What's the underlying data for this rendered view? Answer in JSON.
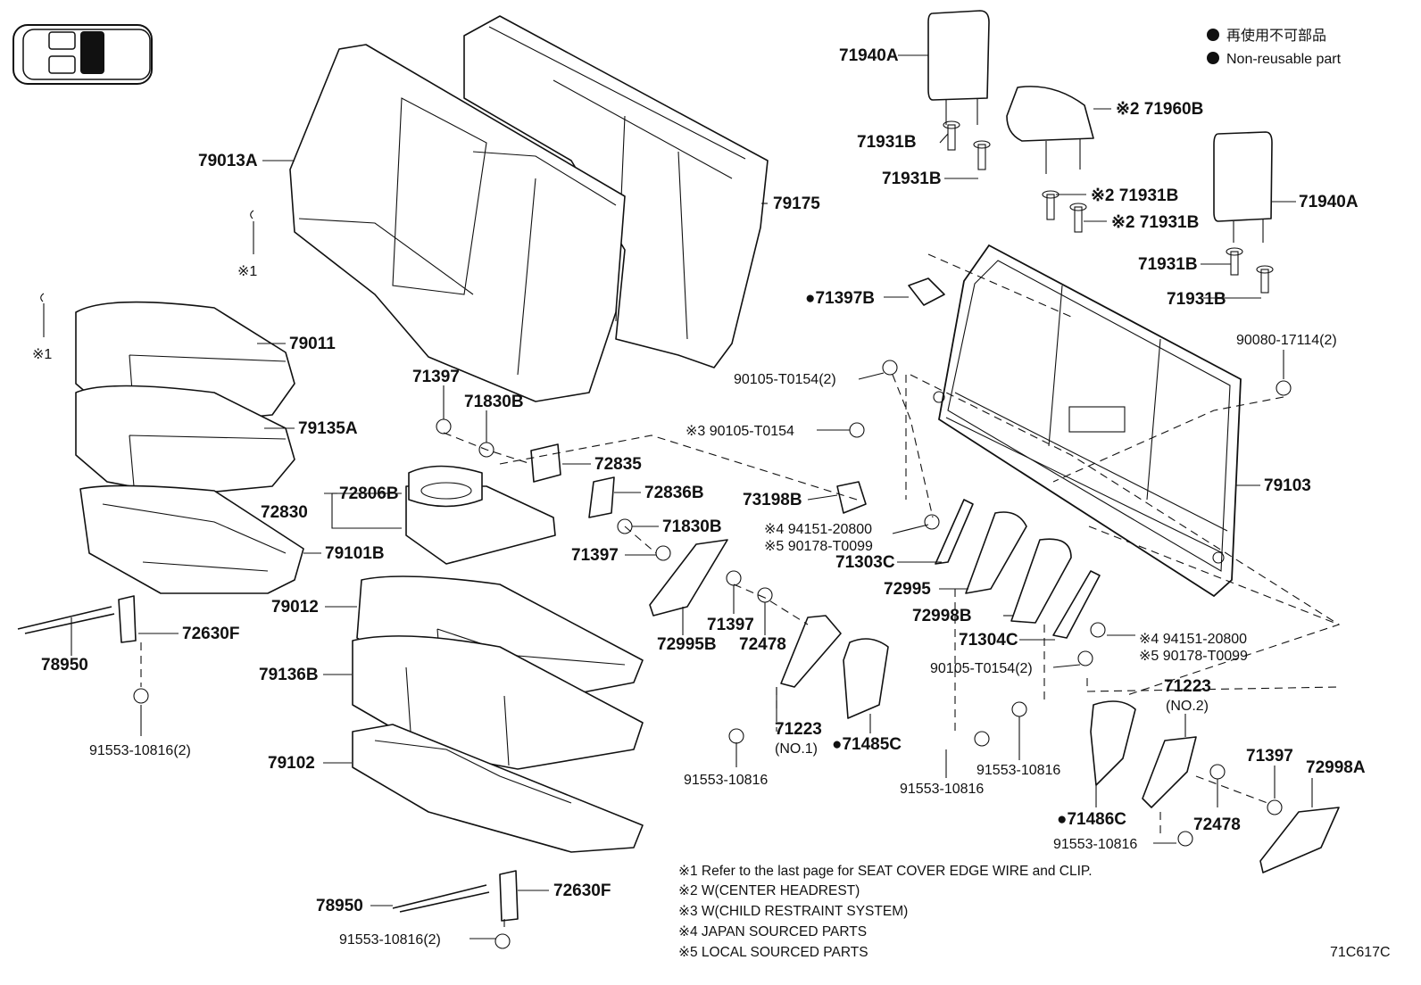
{
  "legend": {
    "non_reusable_jp": "再使用不可部品",
    "non_reusable_en": "Non-reusable part"
  },
  "diagram_code": "71C617C",
  "callouts": [
    {
      "id": "c01",
      "text": "71940A"
    },
    {
      "id": "c02",
      "text": "71931B"
    },
    {
      "id": "c03",
      "text": "71931B"
    },
    {
      "id": "c04",
      "text": "※2 71960B"
    },
    {
      "id": "c05",
      "text": "※2 71931B"
    },
    {
      "id": "c06",
      "text": "※2 71931B"
    },
    {
      "id": "c07",
      "text": "71940A"
    },
    {
      "id": "c08",
      "text": "71931B"
    },
    {
      "id": "c09",
      "text": "71931B"
    },
    {
      "id": "c10",
      "text": "79013A"
    },
    {
      "id": "c11",
      "text": "79175"
    },
    {
      "id": "c12",
      "text": "●71397B"
    },
    {
      "id": "c13",
      "text": "90080-17114(2)"
    },
    {
      "id": "c14",
      "text": "90105-T0154(2)"
    },
    {
      "id": "c15",
      "text": "79011"
    },
    {
      "id": "c16",
      "text": "71397"
    },
    {
      "id": "c17",
      "text": "71830B"
    },
    {
      "id": "c18",
      "text": "※3 90105-T0154"
    },
    {
      "id": "c19",
      "text": "79135A"
    },
    {
      "id": "c20",
      "text": "72835"
    },
    {
      "id": "c21",
      "text": "79103"
    },
    {
      "id": "c22",
      "text": "72836B"
    },
    {
      "id": "c23",
      "text": "72806B"
    },
    {
      "id": "c24",
      "text": "73198B"
    },
    {
      "id": "c25",
      "text": "72830"
    },
    {
      "id": "c26",
      "text": "71830B"
    },
    {
      "id": "c27",
      "text": "※4 94151-20800"
    },
    {
      "id": "c28",
      "text": "※5 90178-T0099"
    },
    {
      "id": "c29",
      "text": "79101B"
    },
    {
      "id": "c30",
      "text": "71397"
    },
    {
      "id": "c31",
      "text": "71303C"
    },
    {
      "id": "c32",
      "text": "72995"
    },
    {
      "id": "c33",
      "text": "79012"
    },
    {
      "id": "c34",
      "text": "72630F"
    },
    {
      "id": "c35",
      "text": "72998B"
    },
    {
      "id": "c36",
      "text": "71397"
    },
    {
      "id": "c37",
      "text": "71304C"
    },
    {
      "id": "c38",
      "text": "※4 94151-20800"
    },
    {
      "id": "c39",
      "text": "※5 90178-T0099"
    },
    {
      "id": "c40",
      "text": "78950"
    },
    {
      "id": "c41",
      "text": "72995B"
    },
    {
      "id": "c42",
      "text": "72478"
    },
    {
      "id": "c43",
      "text": "90105-T0154(2)"
    },
    {
      "id": "c44",
      "text": "79136B"
    },
    {
      "id": "c45",
      "text": "71223"
    },
    {
      "id": "c46",
      "text": "(NO.2)"
    },
    {
      "id": "c47",
      "text": "71223"
    },
    {
      "id": "c48",
      "text": "(NO.1)"
    },
    {
      "id": "c49",
      "text": "●71485C"
    },
    {
      "id": "c50",
      "text": "91553-10816(2)"
    },
    {
      "id": "c51",
      "text": "79102"
    },
    {
      "id": "c52",
      "text": "91553-10816"
    },
    {
      "id": "c53",
      "text": "91553-10816"
    },
    {
      "id": "c54",
      "text": "91553-10816"
    },
    {
      "id": "c55",
      "text": "71397"
    },
    {
      "id": "c56",
      "text": "72998A"
    },
    {
      "id": "c57",
      "text": "●71486C"
    },
    {
      "id": "c58",
      "text": "72478"
    },
    {
      "id": "c59",
      "text": "91553-10816"
    },
    {
      "id": "c60",
      "text": "78950"
    },
    {
      "id": "c61",
      "text": "72630F"
    },
    {
      "id": "c62",
      "text": "91553-10816(2)"
    },
    {
      "id": "c63",
      "text": "※1"
    },
    {
      "id": "c64",
      "text": "※1"
    }
  ],
  "footnotes": [
    "※1  Refer to the last page for SEAT COVER EDGE WIRE and CLIP.",
    "※2  W(CENTER  HEADREST)",
    "※3  W(CHILD RESTRAINT SYSTEM)",
    "※4 JAPAN SOURCED PARTS",
    "※5 LOCAL SOURCED PARTS"
  ]
}
